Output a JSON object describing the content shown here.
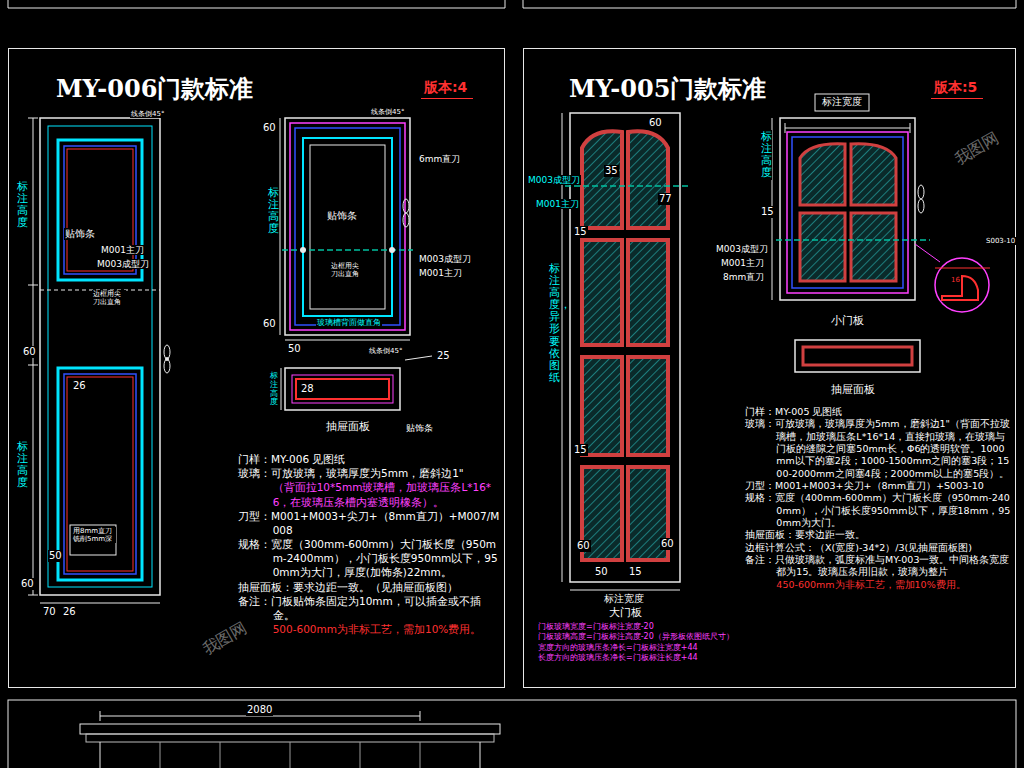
{
  "diagram": {
    "nodes": [
      {
        "text": [
          "MY-006门款标准"
        ]
      },
      {
        "text": [
          "版本:4"
        ],
        "in": 0
      },
      {
        "text": [
          "MY-005门款标准"
        ]
      },
      {
        "text": [
          "版本:5"
        ],
        "in": 2
      }
    ],
    "labels": [
      "线条倒45°",
      "标注高度",
      "贴饰条",
      "M001主刀",
      "M003成型刀",
      "边框用尖刀出直角",
      "60",
      "标注高度",
      "26",
      "用8mm直刀铣削5mm深",
      "50",
      "60",
      "70",
      "26",
      "60",
      "线条倒45°",
      "标注高度",
      "6mm直刀",
      "贴饰条",
      "M003成型刀",
      "M001主刀",
      "边框用尖刀出直角",
      "玻璃槽背面做直角",
      "60",
      "50",
      "线条倒45°",
      "25",
      "28",
      "标注高度",
      "抽屉面板",
      "贴饰条",
      "60",
      "M003成型刀",
      "35",
      "M001主刀",
      "77",
      "15",
      "标注高度，异形要依图纸",
      "15",
      "60",
      "60",
      "50",
      "15",
      "标注宽度",
      "大门板",
      "标注宽度",
      "15",
      "标注高度",
      "M003成型刀",
      "M001主刀",
      "8mm直刀",
      "S003-10",
      "16",
      "小门板",
      "抽屉面板",
      "我图网",
      "我图网",
      "2080",
      "门样：MY-006 见图纸",
      "玻璃：可放玻璃，玻璃厚度为5mm，磨斜边1\"",
      "（背面拉10*5mm玻璃槽，加玻璃压条L*16*6，在玻璃压条槽内塞透明橡条）。",
      "刀型：M001+M003+尖刀+（8mm直刀）+M007/M008",
      "规格：宽度（300mm-600mm）大门板长度（950mm-2400mm），小门板长度950mm以下，950mm为大门，厚度(加饰条)22mm。",
      "抽屉面板：要求边距一致。（见抽屉面板图）",
      "备注：门板贴饰条固定为10mm，可以插金或不插金。",
      "500-600mm为非标工艺，需加10%费用。",
      "门样：MY-005 见图纸",
      "玻璃：可放玻璃，玻璃厚度为5mm，磨斜边1\"（背面不拉玻璃槽，加玻璃压条L*16*14，直接扣玻璃，在玻璃与门板的缝隙之间塞50mm长，Φ6的透明软管。1000mm以下的塞2段；1000-1500mm之间的塞3段；1500-2000mm之间塞4段；2000mm以上的塞5段）。",
      "刀型：M001+M003+尖刀+（8mm直刀）+S003-10",
      "规格：宽度（400mm-600mm）大门板长度（950mm-2400mm），小门板长度950mm以下，厚度18mm，950mm为大门。",
      "抽屉面板：要求边距一致。",
      "边框计算公式：（X(宽度)-34*2）/3(见抽屉面板图)",
      "备注：只做玻璃款，弧度标准与MY-003一致。中间格条宽度都为15。玻璃压条用旧款，玻璃为整片",
      "450-600mm为非标工艺，需加10%费用。",
      "门板玻璃宽度=门板标注宽度-20",
      "门板玻璃高度=门板标注高度-20（异形板依图纸尺寸）",
      "宽度方向的玻璃压条净长=门板标注宽度+44",
      "长度方向的玻璃压条净长=门板标注长度+44"
    ]
  }
}
